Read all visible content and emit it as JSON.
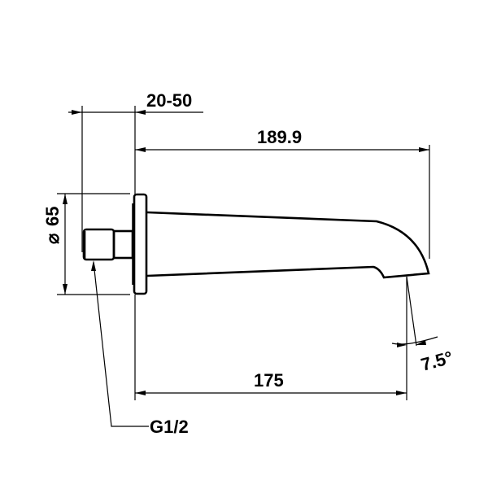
{
  "drawing": {
    "subject": "wall-mounted bath spout technical drawing",
    "colors": {
      "line": "#000000",
      "background": "#ffffff"
    },
    "dimensions": {
      "wall_offset": "20-50",
      "overall_length": "189.9",
      "rosette_diameter_symbol": "⌀",
      "rosette_diameter": "65",
      "outlet_angle": "7.5°",
      "projection_length": "175",
      "thread_size": "G1/2"
    }
  }
}
